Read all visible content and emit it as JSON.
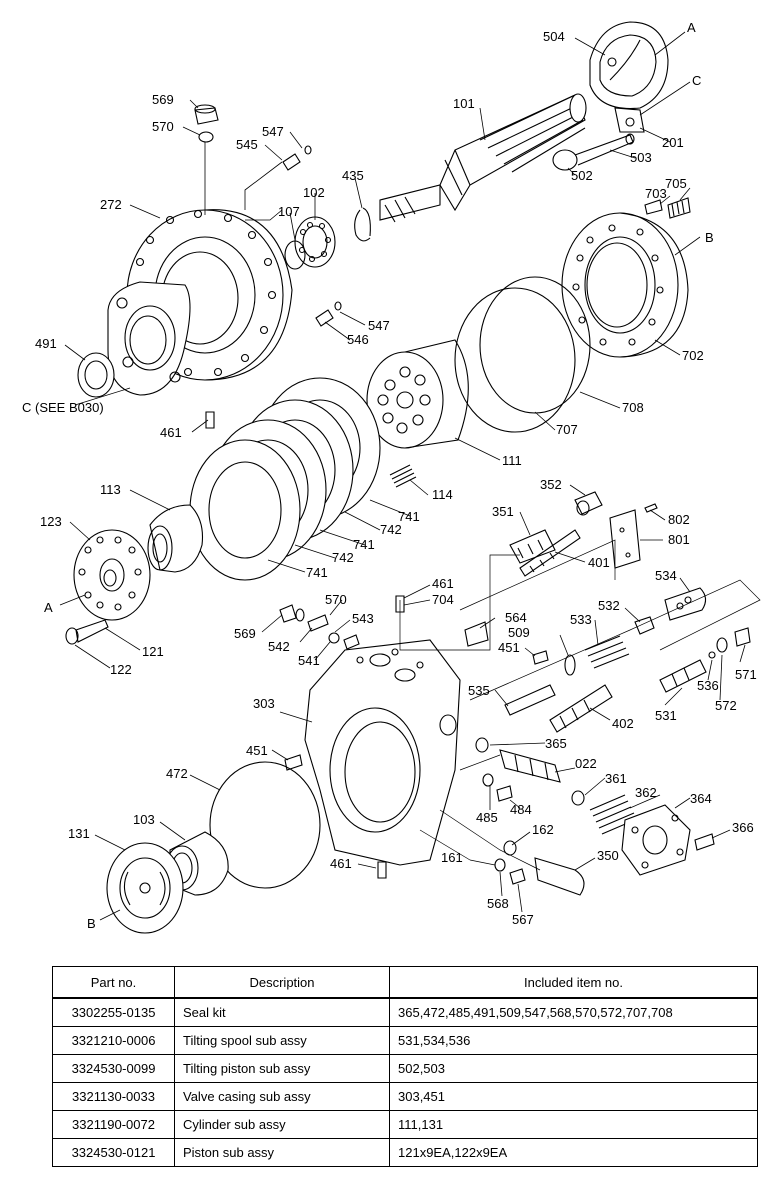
{
  "diagram": {
    "callouts": [
      "504",
      "A",
      "C",
      "101",
      "201",
      "503",
      "502",
      "569",
      "570",
      "547",
      "545",
      "272",
      "107",
      "102",
      "435",
      "703",
      "705",
      "B",
      "491",
      "C (SEE B030)",
      "547",
      "546",
      "702",
      "708",
      "707",
      "461",
      "111",
      "114",
      "113",
      "741",
      "742",
      "741",
      "742",
      "741",
      "123",
      "352",
      "351",
      "802",
      "801",
      "401",
      "A",
      "121",
      "122",
      "570",
      "461",
      "704",
      "543",
      "564",
      "534",
      "532",
      "569",
      "542",
      "541",
      "451",
      "509",
      "533",
      "571",
      "536",
      "535",
      "402",
      "531",
      "572",
      "303",
      "451",
      "365",
      "472",
      "022",
      "361",
      "364",
      "362",
      "366",
      "485",
      "484",
      "131",
      "103",
      "162",
      "161",
      "350",
      "461",
      "568",
      "567",
      "B"
    ]
  },
  "table": {
    "headers": [
      "Part no.",
      "Description",
      "Included item no."
    ],
    "rows": [
      [
        "3302255-0135",
        "Seal kit",
        "365,472,485,491,509,547,568,570,572,707,708"
      ],
      [
        "3321210-0006",
        "Tilting spool sub assy",
        "531,534,536"
      ],
      [
        "3324530-0099",
        "Tilting piston sub assy",
        "502,503"
      ],
      [
        "3321130-0033",
        "Valve casing sub assy",
        "303,451"
      ],
      [
        "3321190-0072",
        "Cylinder sub assy",
        "111,131"
      ],
      [
        "3324530-0121",
        "Piston sub assy",
        "121x9EA,122x9EA"
      ]
    ]
  }
}
